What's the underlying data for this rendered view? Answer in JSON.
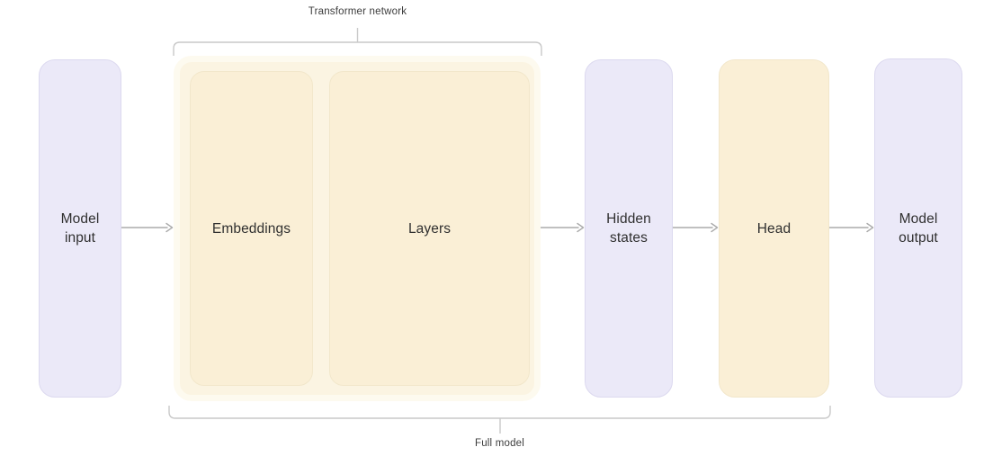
{
  "diagram": {
    "brackets": {
      "top": {
        "label": "Transformer network"
      },
      "bottom": {
        "label": "Full model"
      }
    },
    "nodes": {
      "model_input": {
        "line1": "Model",
        "line2": "input"
      },
      "embeddings": {
        "label": "Embeddings"
      },
      "layers": {
        "label": "Layers"
      },
      "hidden_states": {
        "line1": "Hidden",
        "line2": "states"
      },
      "head": {
        "label": "Head"
      },
      "model_output": {
        "line1": "Model",
        "line2": "output"
      }
    },
    "colors": {
      "lavender_fill": "#EBE9F8",
      "lavender_border": "#DCD9EF",
      "cream_fill": "#FAEFD6",
      "cream_border": "#F2E7CB",
      "container_fill": "#FBF4E2",
      "container_rim": "#FDFAEF",
      "arrow": "#ABABAB",
      "bracket_line": "#C9C9C9",
      "node_text": "#303030",
      "bracket_text": "#3C3C3C"
    }
  }
}
